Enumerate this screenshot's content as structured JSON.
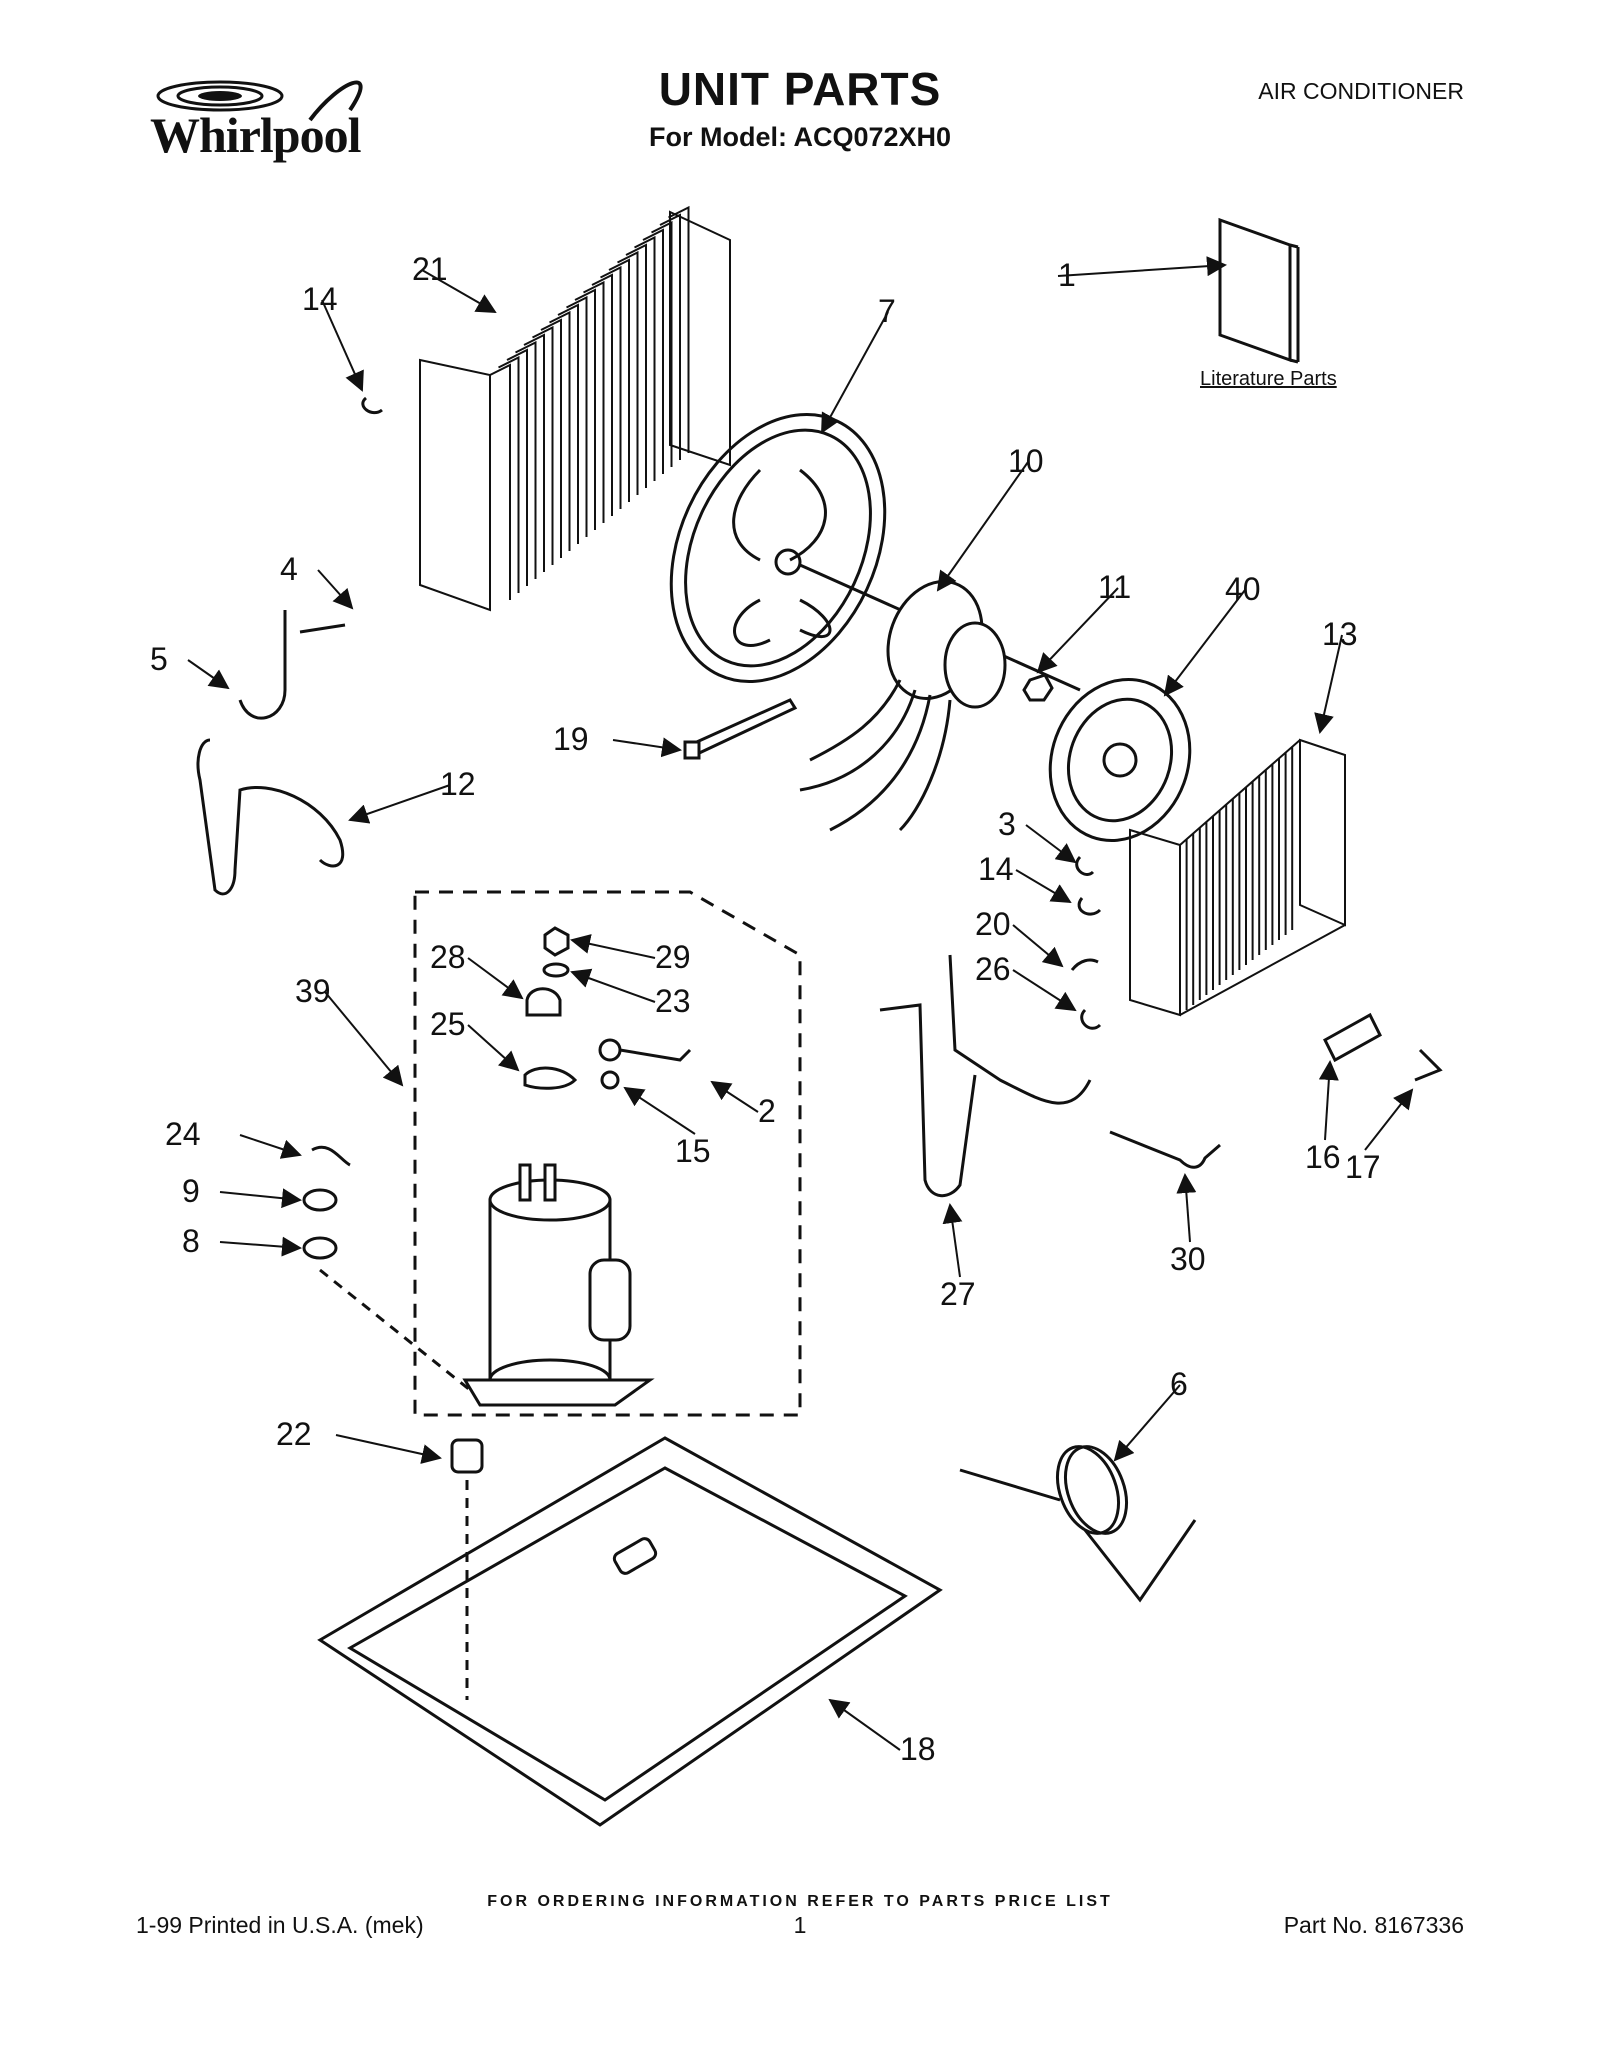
{
  "header": {
    "brand": "Whirlpool",
    "title": "UNIT PARTS",
    "subtitle": "For Model: ACQ072XH0",
    "category": "AIR CONDITIONER"
  },
  "literature_label": "Literature Parts",
  "callouts": [
    "1",
    "2",
    "3",
    "4",
    "5",
    "6",
    "7",
    "8",
    "9",
    "10",
    "11",
    "12",
    "13",
    "14",
    "14",
    "15",
    "16",
    "17",
    "18",
    "19",
    "20",
    "21",
    "22",
    "23",
    "24",
    "25",
    "26",
    "27",
    "28",
    "29",
    "30",
    "39",
    "40"
  ],
  "footer": {
    "ordering": "FOR ORDERING INFORMATION REFER TO PARTS PRICE LIST",
    "printed": "1-99 Printed in U.S.A. (mek)",
    "page": "1",
    "part_no": "Part No. 8167336"
  }
}
